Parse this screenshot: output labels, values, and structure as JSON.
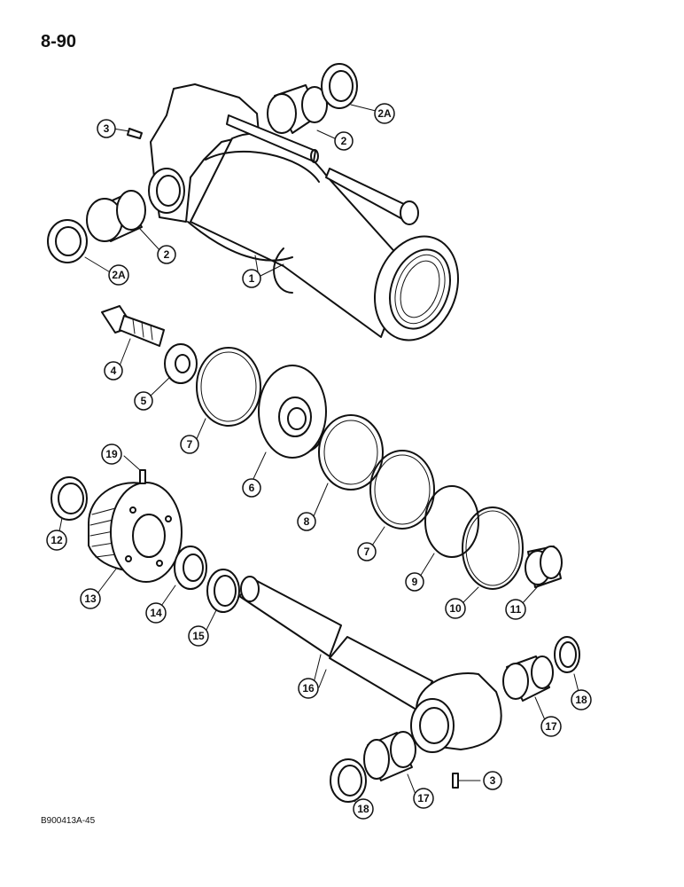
{
  "page_number": "8-90",
  "figure_code": "B900413A-45",
  "callouts": [
    {
      "id": "c-1a",
      "label": "1"
    },
    {
      "id": "c-2a",
      "label": "2"
    },
    {
      "id": "c-2b",
      "label": "2"
    },
    {
      "id": "c-2A-a",
      "label": "2A"
    },
    {
      "id": "c-2A-b",
      "label": "2A"
    },
    {
      "id": "c-3a",
      "label": "3"
    },
    {
      "id": "c-3b",
      "label": "3"
    },
    {
      "id": "c-4",
      "label": "4"
    },
    {
      "id": "c-5",
      "label": "5"
    },
    {
      "id": "c-6",
      "label": "6"
    },
    {
      "id": "c-7a",
      "label": "7"
    },
    {
      "id": "c-7b",
      "label": "7"
    },
    {
      "id": "c-8",
      "label": "8"
    },
    {
      "id": "c-9",
      "label": "9"
    },
    {
      "id": "c-10",
      "label": "10"
    },
    {
      "id": "c-11",
      "label": "11"
    },
    {
      "id": "c-12",
      "label": "12"
    },
    {
      "id": "c-13",
      "label": "13"
    },
    {
      "id": "c-14",
      "label": "14"
    },
    {
      "id": "c-15",
      "label": "15"
    },
    {
      "id": "c-16",
      "label": "16"
    },
    {
      "id": "c-17a",
      "label": "17"
    },
    {
      "id": "c-17b",
      "label": "17"
    },
    {
      "id": "c-18a",
      "label": "18"
    },
    {
      "id": "c-18b",
      "label": "18"
    },
    {
      "id": "c-19",
      "label": "19"
    }
  ]
}
